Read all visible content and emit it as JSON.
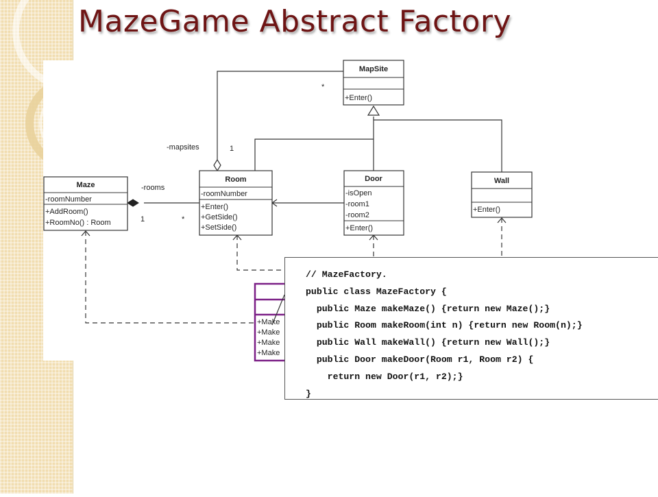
{
  "slide": {
    "title": "MazeGame Abstract Factory"
  },
  "diagram": {
    "classes": {
      "mapsite": {
        "name": "MapSite",
        "attributes": [],
        "methods": [
          "+Enter()"
        ]
      },
      "maze": {
        "name": "Maze",
        "attributes": [
          "-roomNumber"
        ],
        "methods": [
          "+AddRoom()",
          "+RoomNo() : Room"
        ]
      },
      "room": {
        "name": "Room",
        "attributes": [
          "-roomNumber"
        ],
        "methods": [
          "+Enter()",
          "+GetSide()",
          "+SetSide()"
        ]
      },
      "door": {
        "name": "Door",
        "attributes": [
          "-isOpen",
          "-room1",
          "-room2"
        ],
        "methods": [
          "+Enter()"
        ]
      },
      "wall": {
        "name": "Wall",
        "attributes": [],
        "methods": [
          "+Enter()"
        ]
      },
      "factory_partial": {
        "methods": [
          "+Make",
          "+Make",
          "+Make",
          "+Make"
        ]
      }
    },
    "labels": {
      "mapsites_role": "-mapsites",
      "mapsites_mult_room": "1",
      "mapsites_mult_site": "*",
      "rooms_role": "-rooms",
      "rooms_mult_maze": "1",
      "rooms_mult_room": "*"
    },
    "colors": {
      "factory_border": "#7b1f86",
      "title": "#6e1414",
      "line": "#333333"
    }
  },
  "code": {
    "lines": [
      "// MazeFactory.",
      "public class MazeFactory {",
      "  public Maze makeMaze() {return new Maze();}",
      "  public Room makeRoom(int n) {return new Room(n);}",
      "  public Wall makeWall() {return new Wall();}",
      "  public Door makeDoor(Room r1, Room r2) {",
      "    return new Door(r1, r2);}",
      "}"
    ]
  }
}
